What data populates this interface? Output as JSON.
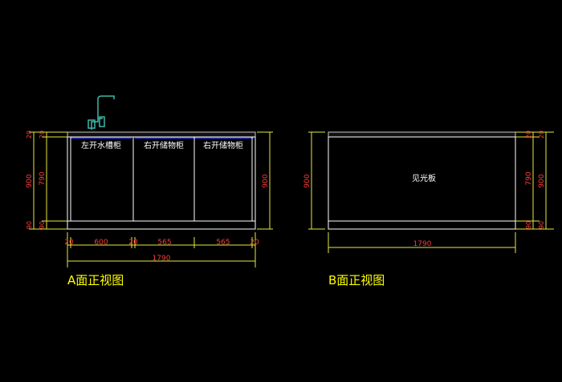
{
  "colors": {
    "background": "#000000",
    "outline": "#ffffff",
    "dimension": "#e8e840",
    "dim_text": "#ff3b3b",
    "label": "#ffff00",
    "faucet": "#3fb8a8",
    "counter_top": "#c8c8c8",
    "blue_edge": "#3a3aff"
  },
  "view_a": {
    "title": "A面正视图",
    "cabinet_labels": [
      "左开水槽柜",
      "右开储物柜",
      "右开储物柜"
    ],
    "bottom_dims": [
      "20",
      "600",
      "20",
      "565",
      "565",
      "20"
    ],
    "total_width": "1790",
    "left_dims": [
      "20",
      "790",
      "90",
      "900"
    ],
    "right_dim": "900"
  },
  "view_b": {
    "title": "B面正视图",
    "panel_label": "见光板",
    "total_width": "1790",
    "left_dim": "900",
    "right_dims": [
      "20",
      "790",
      "90",
      "900"
    ]
  }
}
